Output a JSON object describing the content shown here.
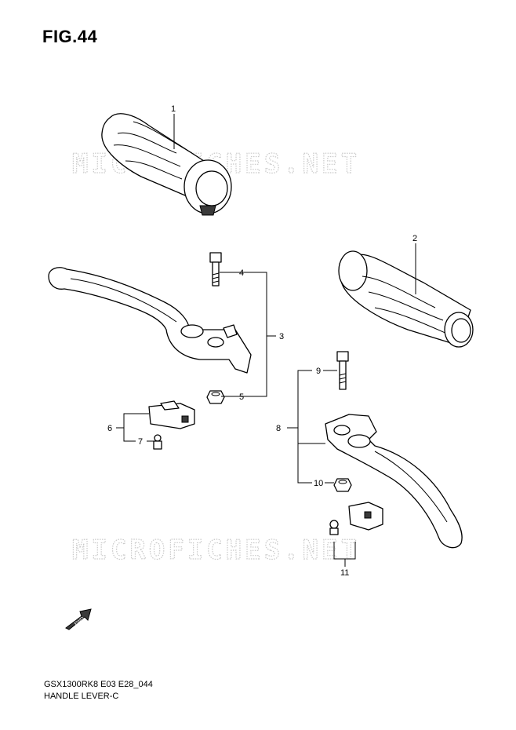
{
  "figure": {
    "title": "FIG.44",
    "code": "GSX1300RK8 E03 E28_044",
    "name": "HANDLE LEVER-C"
  },
  "watermark": {
    "text": "MICROFICHES.NET"
  },
  "fwd_label": "FWD",
  "callouts": [
    "1",
    "2",
    "3",
    "4",
    "5",
    "6",
    "7",
    "8",
    "9",
    "10",
    "11"
  ]
}
